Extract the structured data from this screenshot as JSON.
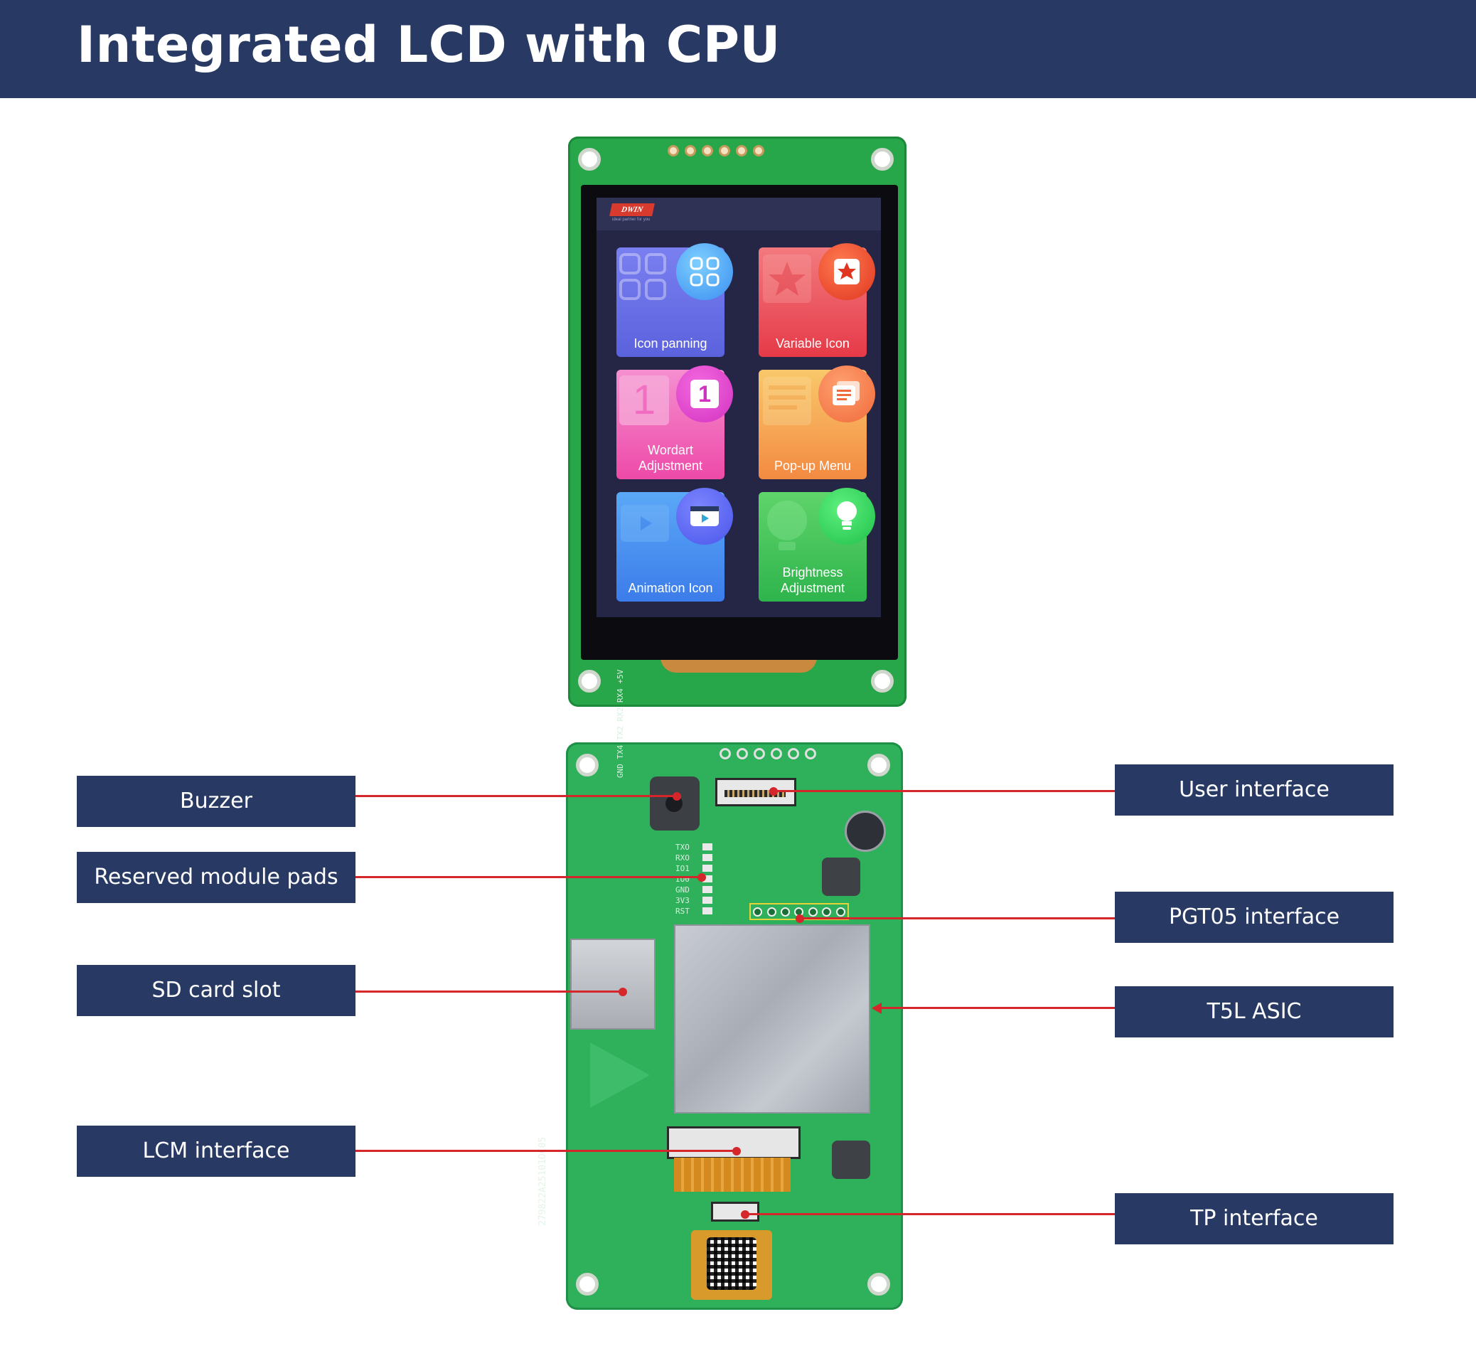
{
  "header": {
    "title": "Integrated LCD with CPU"
  },
  "front": {
    "logo": "DWIN",
    "logo_tagline": "ideal partner for you",
    "tiles": [
      {
        "label": "Icon panning",
        "color": "#6b6fe3",
        "badge_color": "#4aa8f0",
        "icon": "grid-icon"
      },
      {
        "label": "Variable Icon",
        "color": "#ec4a57",
        "badge_color": "#f2452c",
        "icon": "star-icon"
      },
      {
        "label": "Wordart Adjustment",
        "color": "#f25ab6",
        "badge_color": "#e23ad0",
        "icon": "number-one-icon",
        "badge_text": "1"
      },
      {
        "label": "Pop-up Menu",
        "color": "#f49c48",
        "badge_color": "#f07850",
        "icon": "menu-card-icon"
      },
      {
        "label": "Animation Icon",
        "color": "#4a8ff0",
        "badge_color": "#5a68f0",
        "icon": "video-icon"
      },
      {
        "label": "Brightness Adjustment",
        "color": "#3fc25c",
        "badge_color": "#2fcc6a",
        "icon": "lightbulb-icon"
      }
    ]
  },
  "back": {
    "pin_labels": [
      "TXO",
      "RXO",
      "IO1",
      "IO0",
      "GND",
      "3V3",
      "RST"
    ],
    "serial": "279822A25101OC05",
    "header_pins": "GND TX4 TX2 RX2 RX4 +5V"
  },
  "callouts_left": [
    {
      "label": "Buzzer"
    },
    {
      "label": "Reserved module pads"
    },
    {
      "label": "SD card slot"
    },
    {
      "label": "LCM interface"
    }
  ],
  "callouts_right": [
    {
      "label": "User interface"
    },
    {
      "label": "PGT05 interface"
    },
    {
      "label": "T5L ASIC"
    },
    {
      "label": "TP interface"
    }
  ],
  "colors": {
    "header_bg": "#283a64",
    "callout_bg": "#283a64",
    "leader_line": "#d4262b",
    "pcb_green": "#2fb05a"
  }
}
